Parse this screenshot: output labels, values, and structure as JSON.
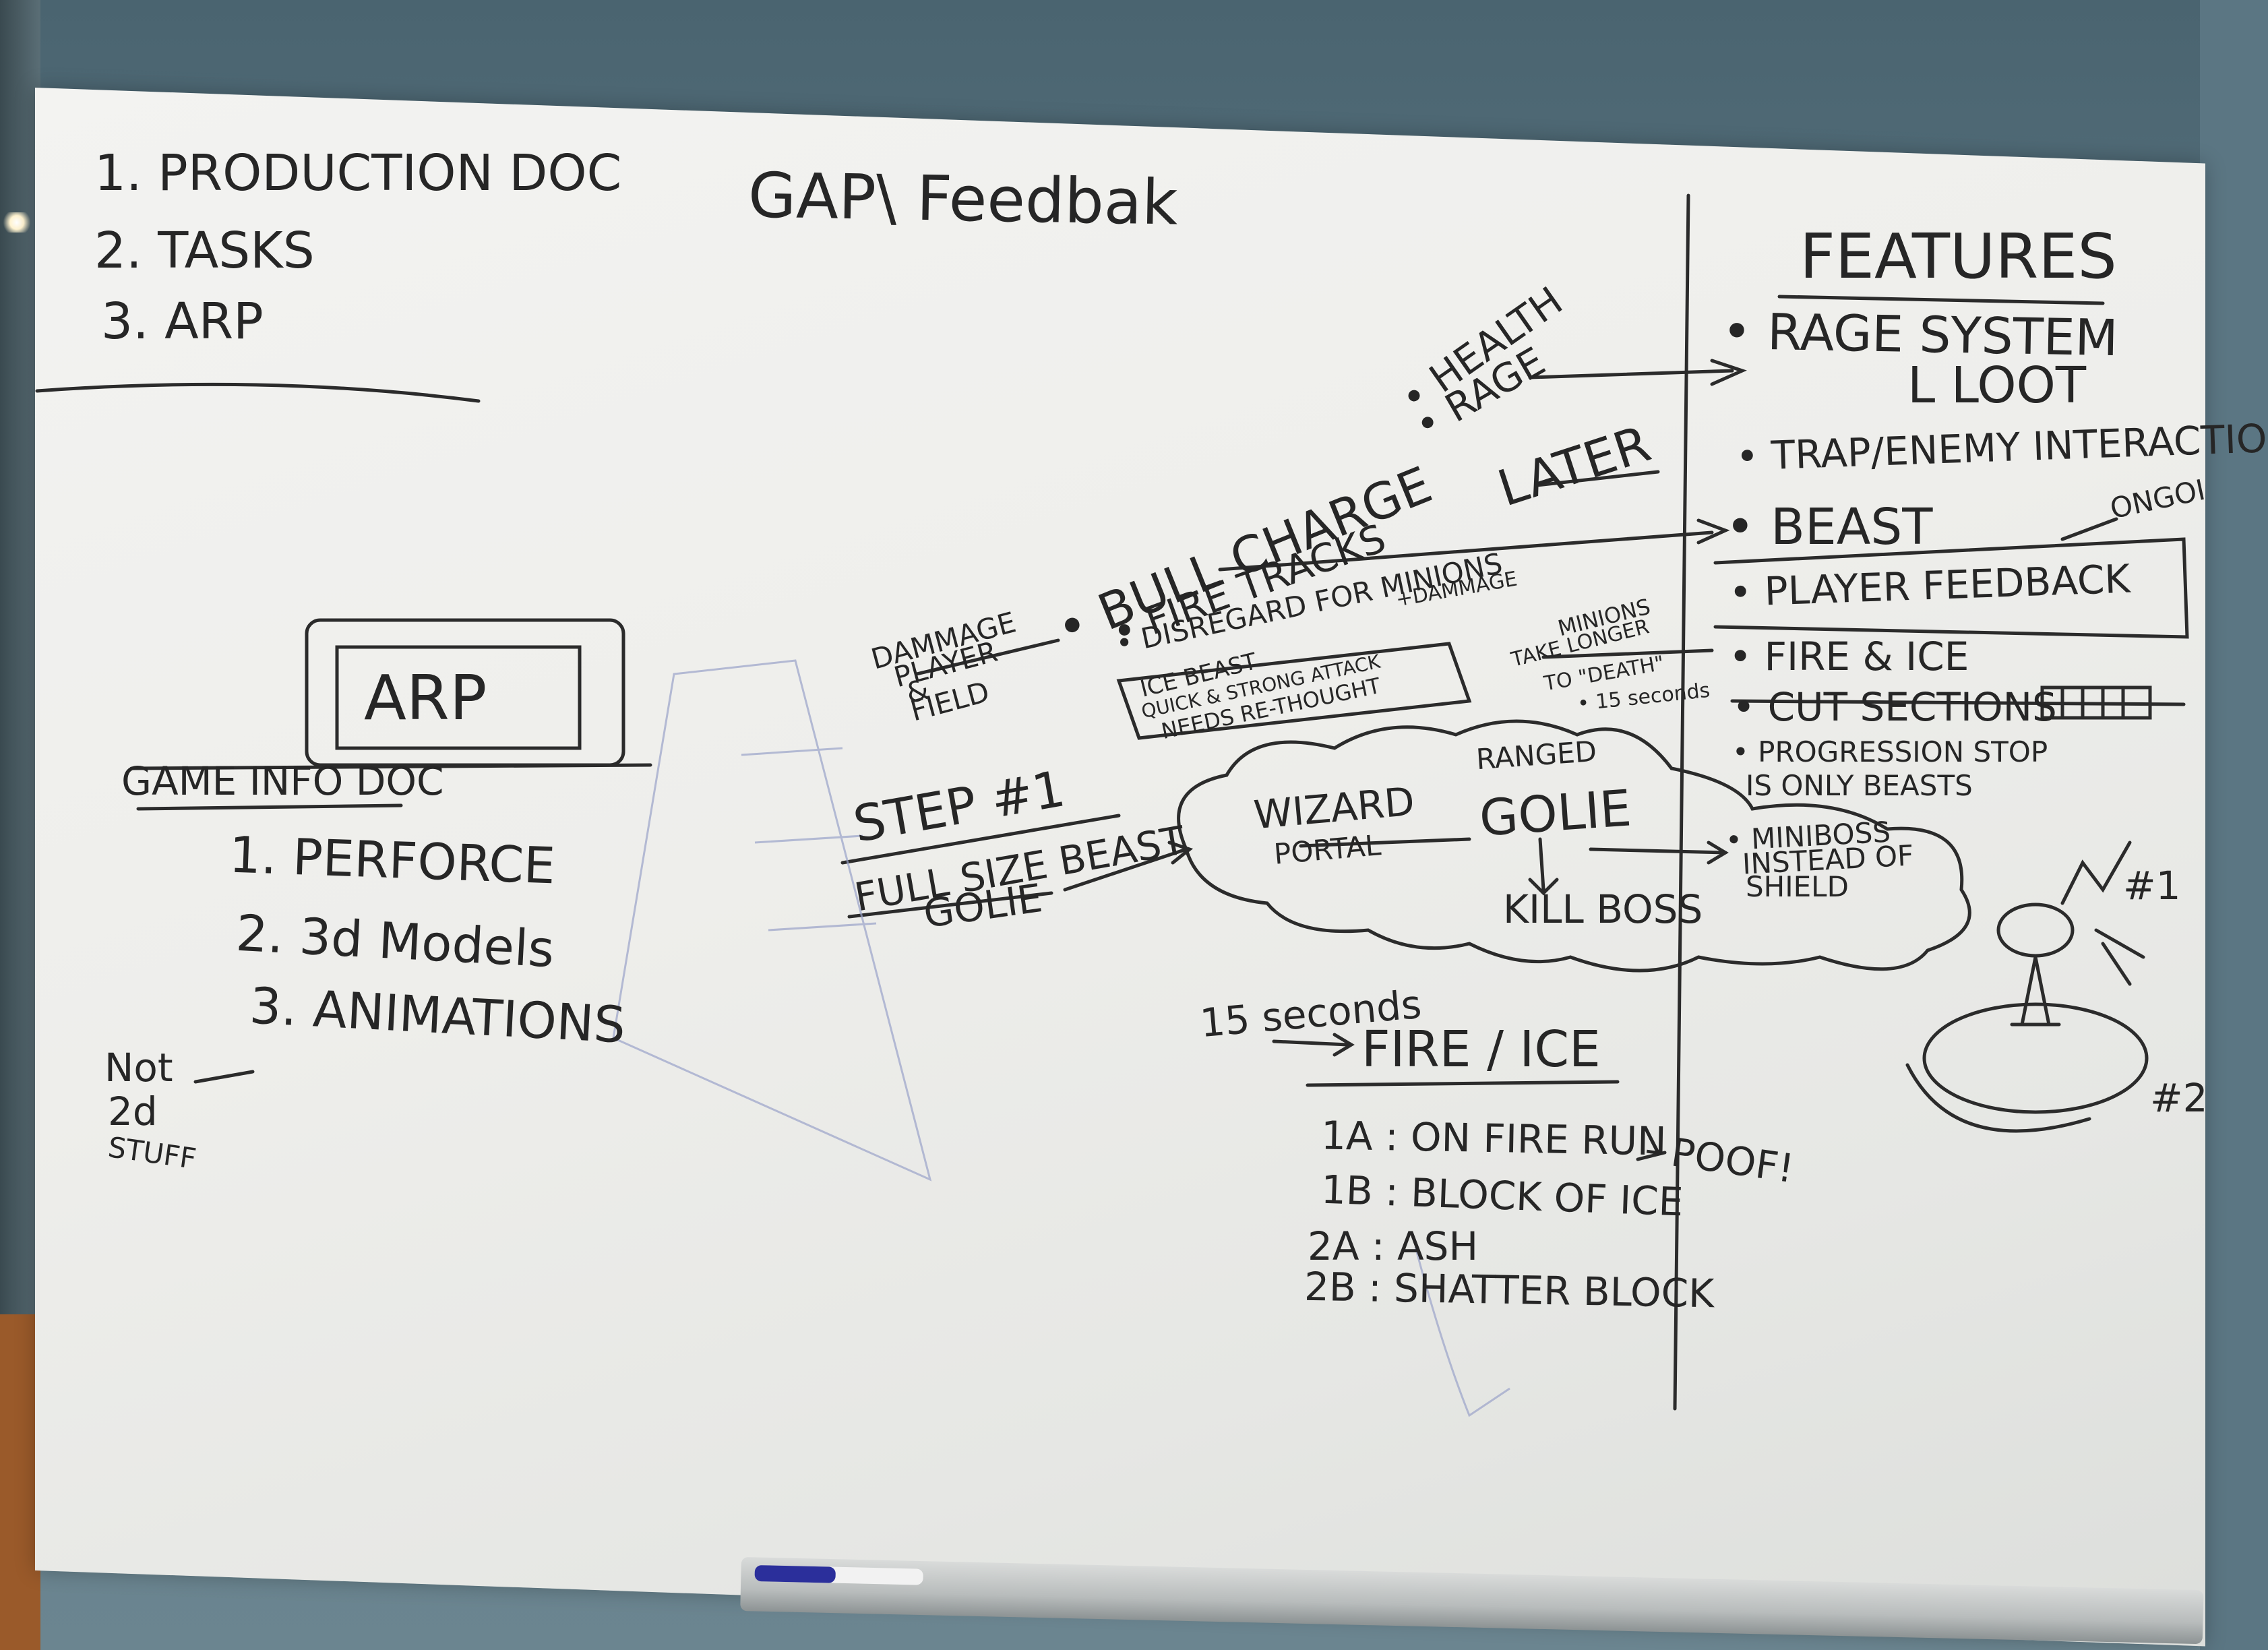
{
  "board": {
    "title": "GAP\\ Feedbak",
    "todo": [
      "1. PRODUCTION DOC",
      "2. TASKS",
      "3. ARP"
    ],
    "arp": {
      "box_label": "ARP",
      "subtitle": "GAME INFO DOC",
      "items": [
        "1. PERFORCE",
        "2. 3d Models",
        "3. ANIMATIONS"
      ],
      "note": [
        "Not",
        "2d",
        "STUFF"
      ]
    },
    "damage": [
      "DAMMAGE",
      "PLAYER",
      "&",
      "FIELD"
    ],
    "bull": {
      "charge": "• BULL CHARGE",
      "fire": "• FIRE TRACKS",
      "disregard": "• DISREGARD FOR MINIONS",
      "plus_damage": "+DAMMAGE",
      "ice_box": [
        "ICE BEAST",
        "QUICK & STRONG ATTACK",
        "NEEDS RE-THOUGHT"
      ]
    },
    "health_rage": [
      "• HEALTH",
      "• RAGE"
    ],
    "later": "LATER",
    "minions": [
      "MINIONS",
      "TAKE LONGER",
      "TO \"DEATH\"",
      "• 15 seconds"
    ],
    "step": {
      "title": "STEP #1",
      "line1": "FULL SIZE BEAST",
      "line2": "GOLIE"
    },
    "cloud": {
      "wizard": "WIZARD",
      "portal": "PORTAL",
      "ranged": "RANGED",
      "golie": "GOLIE",
      "kill": "KILL BOSS",
      "miniboss": [
        "• MINIBOSS",
        "INSTEAD OF",
        "SHIELD"
      ]
    },
    "fire_ice": {
      "timer": "15 seconds",
      "title": "FIRE / ICE",
      "steps": [
        "1A : ON FIRE RUN",
        "1B : BLOCK OF ICE",
        "2A : ASH",
        "2B : SHATTER BLOCK"
      ],
      "poof": "- POOF!"
    },
    "features": {
      "title": "FEATURES",
      "items": [
        "• RAGE SYSTEM",
        "L LOOT",
        "• TRAP/ENEMY INTERACTIO",
        "• BEAST",
        "• PLAYER FEEDBACK",
        "• FIRE & ICE",
        "• CUT SECTIONS",
        "• PROGRESSION STOP",
        "IS ONLY BEASTS"
      ],
      "ongoing": "ONGOI",
      "num1": "#1",
      "num2": "#2"
    }
  }
}
